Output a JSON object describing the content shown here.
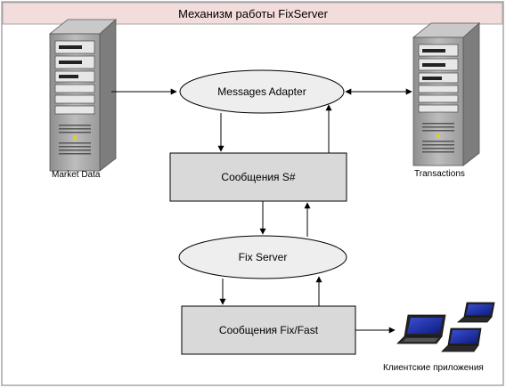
{
  "diagram": {
    "title": "Механизм работы FixServer",
    "nodes": {
      "messages_adapter": "Messages Adapter",
      "soobshcheniya_s": "Сообщения S#",
      "fix_server": "Fix Server",
      "soobshcheniya_fix": "Сообщения Fix/Fast"
    },
    "labels": {
      "market_data": "Market Data",
      "transactions": "Transactions",
      "clients": "Клиентские приложения"
    }
  },
  "colors": {
    "title_bar": "#f3dcdc",
    "frame_border": "#a6a6a6",
    "box_fill": "#d9d9d9",
    "ellipse_fill": "#eeeeee",
    "server_body": "#a7a7a7",
    "laptop_screen": "#1c2ea8"
  },
  "icons": [
    "server-icon",
    "laptop-icon"
  ]
}
